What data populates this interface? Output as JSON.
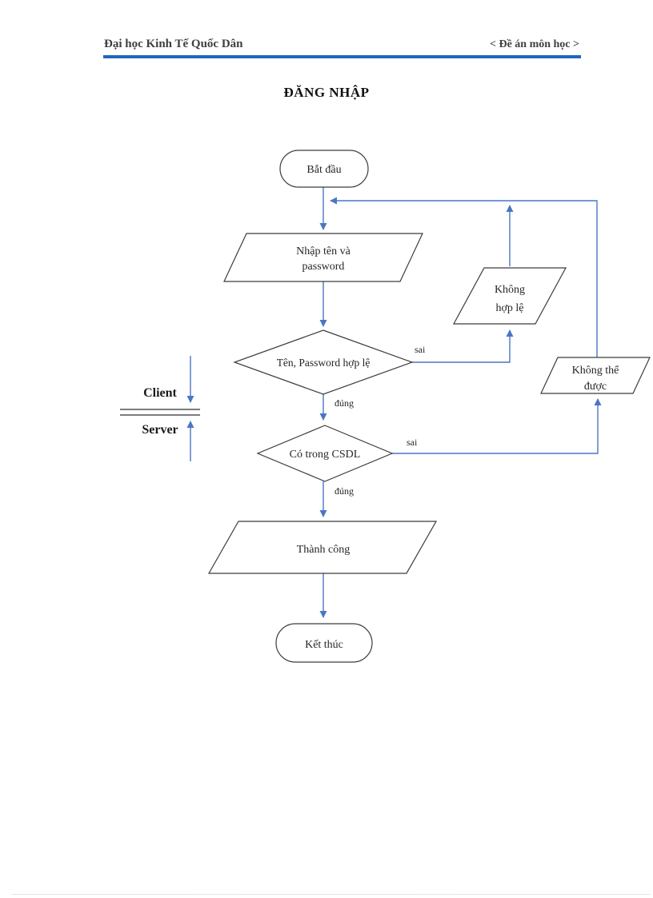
{
  "header": {
    "left_text": "Đại học Kinh Tế Quốc Dân",
    "right_text": "< Đề án môn học >"
  },
  "title": "ĐĂNG NHẬP",
  "lanes": {
    "client_label": "Client",
    "server_label": "Server"
  },
  "flowchart": {
    "nodes": {
      "start": {
        "type": "terminator",
        "label": "Bắt đầu"
      },
      "input": {
        "type": "io",
        "label_line1": "Nhập tên và",
        "label_line2": "password"
      },
      "decision_valid": {
        "type": "decision",
        "label": "Tên, Password hợp lệ"
      },
      "invalid": {
        "type": "io",
        "label_line1": "Không",
        "label_line2": "hợp lệ"
      },
      "cannot": {
        "type": "io",
        "label_line1": "Không thể",
        "label_line2": "được"
      },
      "decision_db": {
        "type": "decision",
        "label": "Có trong CSDL"
      },
      "success": {
        "type": "io",
        "label": "Thành công"
      },
      "end": {
        "type": "terminator",
        "label": "Kết thúc"
      }
    },
    "edge_labels": {
      "valid_no": "sai",
      "valid_yes": "đúng",
      "db_no": "sai",
      "db_yes": "đúng"
    }
  },
  "colors": {
    "connector_blue": "#4a77c4",
    "header_rule_blue": "#2166be",
    "shape_border": "#3c3c3c",
    "text": "#262626"
  }
}
